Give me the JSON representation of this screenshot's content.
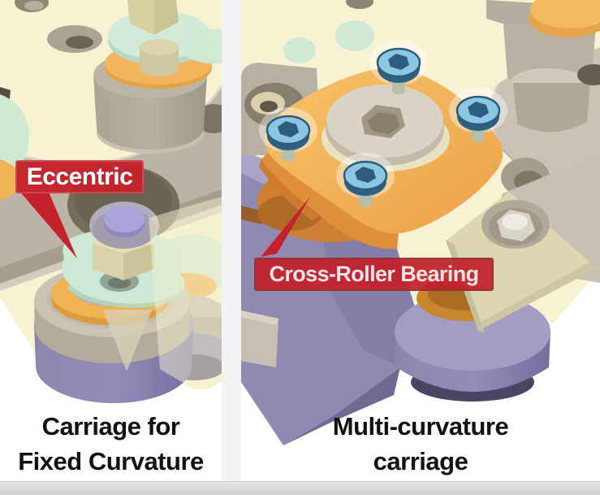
{
  "figure": {
    "type": "labeled-3d-cad-comparison",
    "left_panel": {
      "caption": {
        "line1": "Carriage for",
        "line2": "Fixed Curvature"
      },
      "callout": {
        "text": "Eccentric"
      }
    },
    "right_panel": {
      "caption": {
        "line1": "Multi-curvature",
        "line2": "carriage"
      },
      "callout": {
        "text": "Cross-Roller Bearing"
      }
    },
    "colors": {
      "callout_red": "#c4222a",
      "callout_text_left": "#ffffff",
      "callout_text_right": "#fbe3e6",
      "caption_text": "#111111",
      "base_plate_cream": "#f7f3d2",
      "washer_mint": "#cfe9d5",
      "ring_orange": "#f2b55e",
      "bearing_plate_orange": "#f3b75c",
      "cross_roller_ring_dark_orange": "#cd8034",
      "bolt_beige": "#d8d0a8",
      "structure_gray": "#b9b2a4",
      "wheel_purple": "#8d87b0",
      "screw_blue": "#8cc7e1",
      "screw_rim_navy": "#2f5f80",
      "pin_lavender": "#a9a3d7",
      "divider": "#f3f3f5",
      "bottom_bar": "#d9d9d9"
    }
  }
}
